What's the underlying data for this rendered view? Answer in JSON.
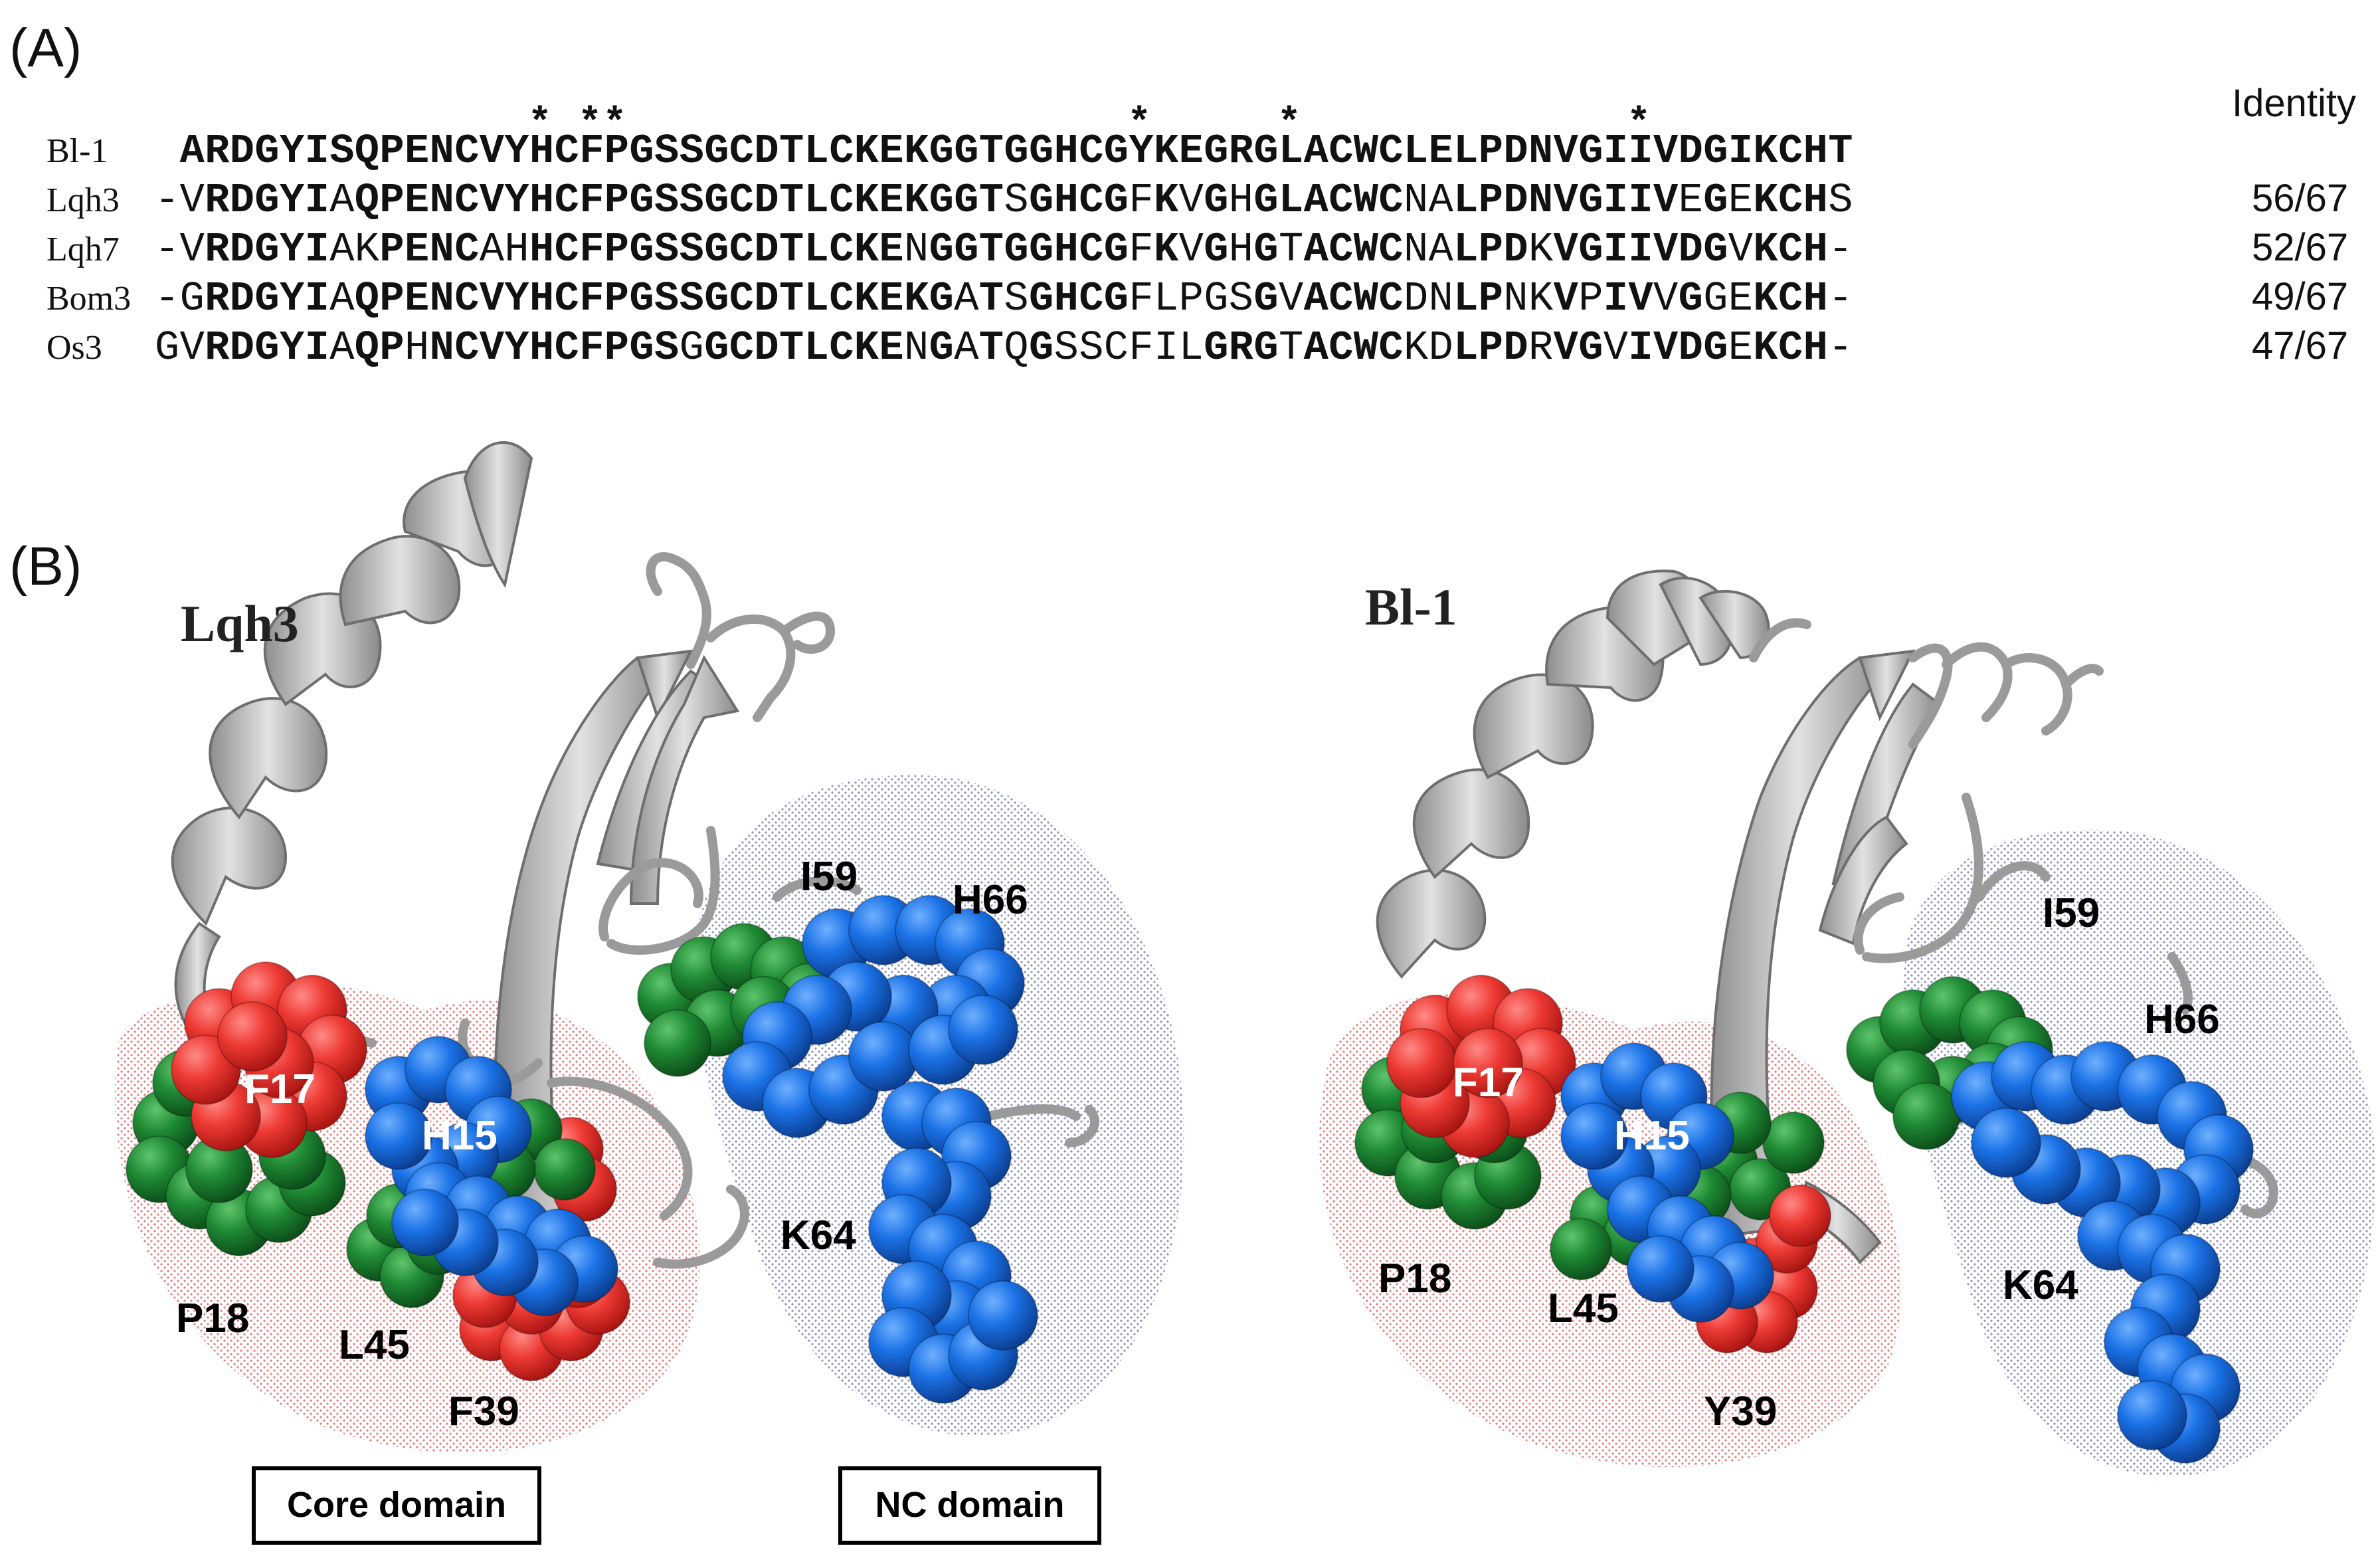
{
  "panel_a": {
    "label": "(A)",
    "identity_header": "Identity",
    "rows": [
      {
        "name": "Bl-1",
        "segments": [
          {
            "t": "ARDGYISQPENCVYHCFPGSSGCDTLCKEKGGTGGHCGYKEGRGLACWCLELPDNVGIIVDGIKCHT",
            "b": true
          }
        ],
        "identity": ""
      },
      {
        "name": "Lqh3",
        "segments": [
          {
            "t": "-V",
            "b": false
          },
          {
            "t": "RDGYI",
            "b": true
          },
          {
            "t": "A",
            "b": false
          },
          {
            "t": "QPENCVYHCFPGSSGCDTLCKEKGGT",
            "b": true
          },
          {
            "t": "S",
            "b": false
          },
          {
            "t": "GHCG",
            "b": true
          },
          {
            "t": "F",
            "b": false
          },
          {
            "t": "K",
            "b": true
          },
          {
            "t": "V",
            "b": false
          },
          {
            "t": "G",
            "b": true
          },
          {
            "t": "H",
            "b": false
          },
          {
            "t": "GLACWC",
            "b": true
          },
          {
            "t": "NA",
            "b": false
          },
          {
            "t": "LPDNVGIIV",
            "b": true
          },
          {
            "t": "E",
            "b": false
          },
          {
            "t": "G",
            "b": true
          },
          {
            "t": "E",
            "b": false
          },
          {
            "t": "KCH",
            "b": true
          },
          {
            "t": "S",
            "b": false
          }
        ],
        "identity": "56/67"
      },
      {
        "name": "Lqh7",
        "segments": [
          {
            "t": "-V",
            "b": false
          },
          {
            "t": "RDGYI",
            "b": true
          },
          {
            "t": "AK",
            "b": false
          },
          {
            "t": "PENC",
            "b": true
          },
          {
            "t": "AH",
            "b": false
          },
          {
            "t": "HCFPGSSGCDTLCKE",
            "b": true
          },
          {
            "t": "N",
            "b": false
          },
          {
            "t": "GGTGGHCG",
            "b": true
          },
          {
            "t": "F",
            "b": false
          },
          {
            "t": "K",
            "b": true
          },
          {
            "t": "V",
            "b": false
          },
          {
            "t": "G",
            "b": true
          },
          {
            "t": "H",
            "b": false
          },
          {
            "t": "G",
            "b": true
          },
          {
            "t": "T",
            "b": false
          },
          {
            "t": "ACWC",
            "b": true
          },
          {
            "t": "NA",
            "b": false
          },
          {
            "t": "LPD",
            "b": true
          },
          {
            "t": "K",
            "b": false
          },
          {
            "t": "VGIIVDG",
            "b": true
          },
          {
            "t": "V",
            "b": false
          },
          {
            "t": "KCH",
            "b": true
          },
          {
            "t": "-",
            "b": false
          }
        ],
        "identity": "52/67"
      },
      {
        "name": "Bom3",
        "segments": [
          {
            "t": "-G",
            "b": false
          },
          {
            "t": "RDGYI",
            "b": true
          },
          {
            "t": "A",
            "b": false
          },
          {
            "t": "QPENCVYHCFPGSSGCDTLCKEKG",
            "b": true
          },
          {
            "t": "A",
            "b": false
          },
          {
            "t": "T",
            "b": true
          },
          {
            "t": "S",
            "b": false
          },
          {
            "t": "GHCG",
            "b": true
          },
          {
            "t": "FLPGS",
            "b": false
          },
          {
            "t": "G",
            "b": true
          },
          {
            "t": "V",
            "b": false
          },
          {
            "t": "ACWC",
            "b": true
          },
          {
            "t": "DN",
            "b": false
          },
          {
            "t": "LP",
            "b": true
          },
          {
            "t": "NK",
            "b": false
          },
          {
            "t": "V",
            "b": true
          },
          {
            "t": "P",
            "b": false
          },
          {
            "t": "IV",
            "b": true
          },
          {
            "t": "V",
            "b": false
          },
          {
            "t": "G",
            "b": true
          },
          {
            "t": "GE",
            "b": false
          },
          {
            "t": "KCH",
            "b": true
          },
          {
            "t": "-",
            "b": false
          }
        ],
        "identity": "49/67"
      },
      {
        "name": "Os3",
        "segments": [
          {
            "t": "GV",
            "b": false
          },
          {
            "t": "RDGYI",
            "b": true
          },
          {
            "t": "A",
            "b": false
          },
          {
            "t": "QP",
            "b": true
          },
          {
            "t": "H",
            "b": false
          },
          {
            "t": "NCVYHCFPGS",
            "b": true
          },
          {
            "t": "G",
            "b": false
          },
          {
            "t": "GCDTLCKE",
            "b": true
          },
          {
            "t": "N",
            "b": false
          },
          {
            "t": "G",
            "b": true
          },
          {
            "t": "A",
            "b": false
          },
          {
            "t": "T",
            "b": true
          },
          {
            "t": "Q",
            "b": false
          },
          {
            "t": "G",
            "b": true
          },
          {
            "t": "SSCFIL",
            "b": false
          },
          {
            "t": "GRG",
            "b": true
          },
          {
            "t": "T",
            "b": false
          },
          {
            "t": "ACWC",
            "b": true
          },
          {
            "t": "KD",
            "b": false
          },
          {
            "t": "LPD",
            "b": true
          },
          {
            "t": "R",
            "b": false
          },
          {
            "t": "VG",
            "b": true
          },
          {
            "t": "V",
            "b": false
          },
          {
            "t": "IVDG",
            "b": true
          },
          {
            "t": "E",
            "b": false
          },
          {
            "t": "KCH",
            "b": true
          },
          {
            "t": "-",
            "b": false
          }
        ],
        "identity": "47/67"
      }
    ],
    "star_positions": [
      14,
      16,
      17,
      38,
      44,
      58
    ]
  },
  "panel_b": {
    "label": "(B)",
    "left": {
      "title": "Lqh3",
      "residues": {
        "I59": "I59",
        "H66": "H66",
        "F17": "F17",
        "H15": "H15",
        "K64": "K64",
        "P18": "P18",
        "L45": "L45",
        "F39": "F39"
      }
    },
    "right": {
      "title": "Bl-1",
      "residues": {
        "I59": "I59",
        "H66": "H66",
        "F17": "F17",
        "H15": "H15",
        "K64": "K64",
        "P18": "P18",
        "L45": "L45",
        "Y39": "Y39"
      }
    },
    "core_domain_label": "Core domain",
    "nc_domain_label": "NC domain"
  },
  "colors": {
    "red": "#e8302c",
    "green": "#1f7a2e",
    "blue": "#1b6fe0",
    "ribbon": "#b9b9b9",
    "core_shading": "#e88080",
    "nc_shading": "#8a8fb8"
  }
}
